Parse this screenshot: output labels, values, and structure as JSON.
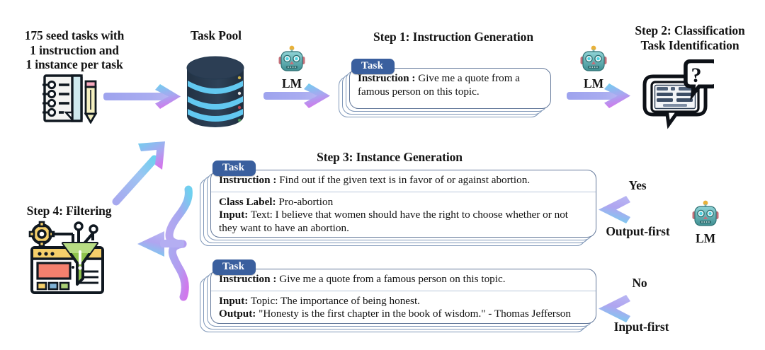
{
  "diagram": {
    "title_seed": "175 seed tasks with\n1 instruction and\n1 instance per task",
    "task_pool_label": "Task Pool",
    "lm_label_1": "LM",
    "lm_label_2": "LM",
    "lm_label_3": "LM",
    "step1_title": "Step 1: Instruction Generation",
    "step2_title": "Step 2: Classification\nTask Identification",
    "step3_title": "Step 3: Instance Generation",
    "step4_title": "Step 4: Filtering",
    "branch_yes": "Yes",
    "branch_no": "No",
    "branch_output_first": "Output-first",
    "branch_input_first": "Input-first"
  },
  "cards": {
    "step1": {
      "tab": "Task",
      "rows": [
        {
          "label": "Instruction :",
          "text": " Give me a quote from a famous person on this topic."
        }
      ]
    },
    "step3_classification": {
      "tab": "Task",
      "rows": [
        {
          "label": "Instruction :",
          "text": " Find out if the given text is in favor of or against abortion."
        },
        {
          "label": "Class Label:",
          "text": " Pro-abortion"
        },
        {
          "label": "Input:",
          "text": " Text: I believe that women should have the right to choose whether or not they want to have an abortion."
        }
      ]
    },
    "step3_generation": {
      "tab": "Task",
      "rows": [
        {
          "label": "Instruction :",
          "text": " Give me a quote from a famous person on this topic."
        },
        {
          "label": "Input:",
          "text": " Topic: The importance of being honest."
        },
        {
          "label": "Output:",
          "text": " \"Honesty is the first chapter in the book of wisdom.\" - Thomas Jefferson"
        }
      ]
    }
  },
  "icons": {
    "seed_tasks": "notebook-pencil-icon",
    "task_pool": "database-cylinder-icon",
    "lm": "robot-icon",
    "classification": "document-question-bubble-icon",
    "filtering": "browser-funnel-gear-icon"
  },
  "colors": {
    "arrow_shaft": "#a3a6ee",
    "arrow_cyan": "#6fd0ef",
    "arrow_magenta": "#d178ec",
    "task_tab_blue": "#3a5f9e",
    "card_border": "#64799b",
    "database_navy": "#2c3e54",
    "database_band": "#62c8f0",
    "funnel_green": "#8fc34d",
    "text_black": "#141414",
    "background": "#ffffff"
  }
}
